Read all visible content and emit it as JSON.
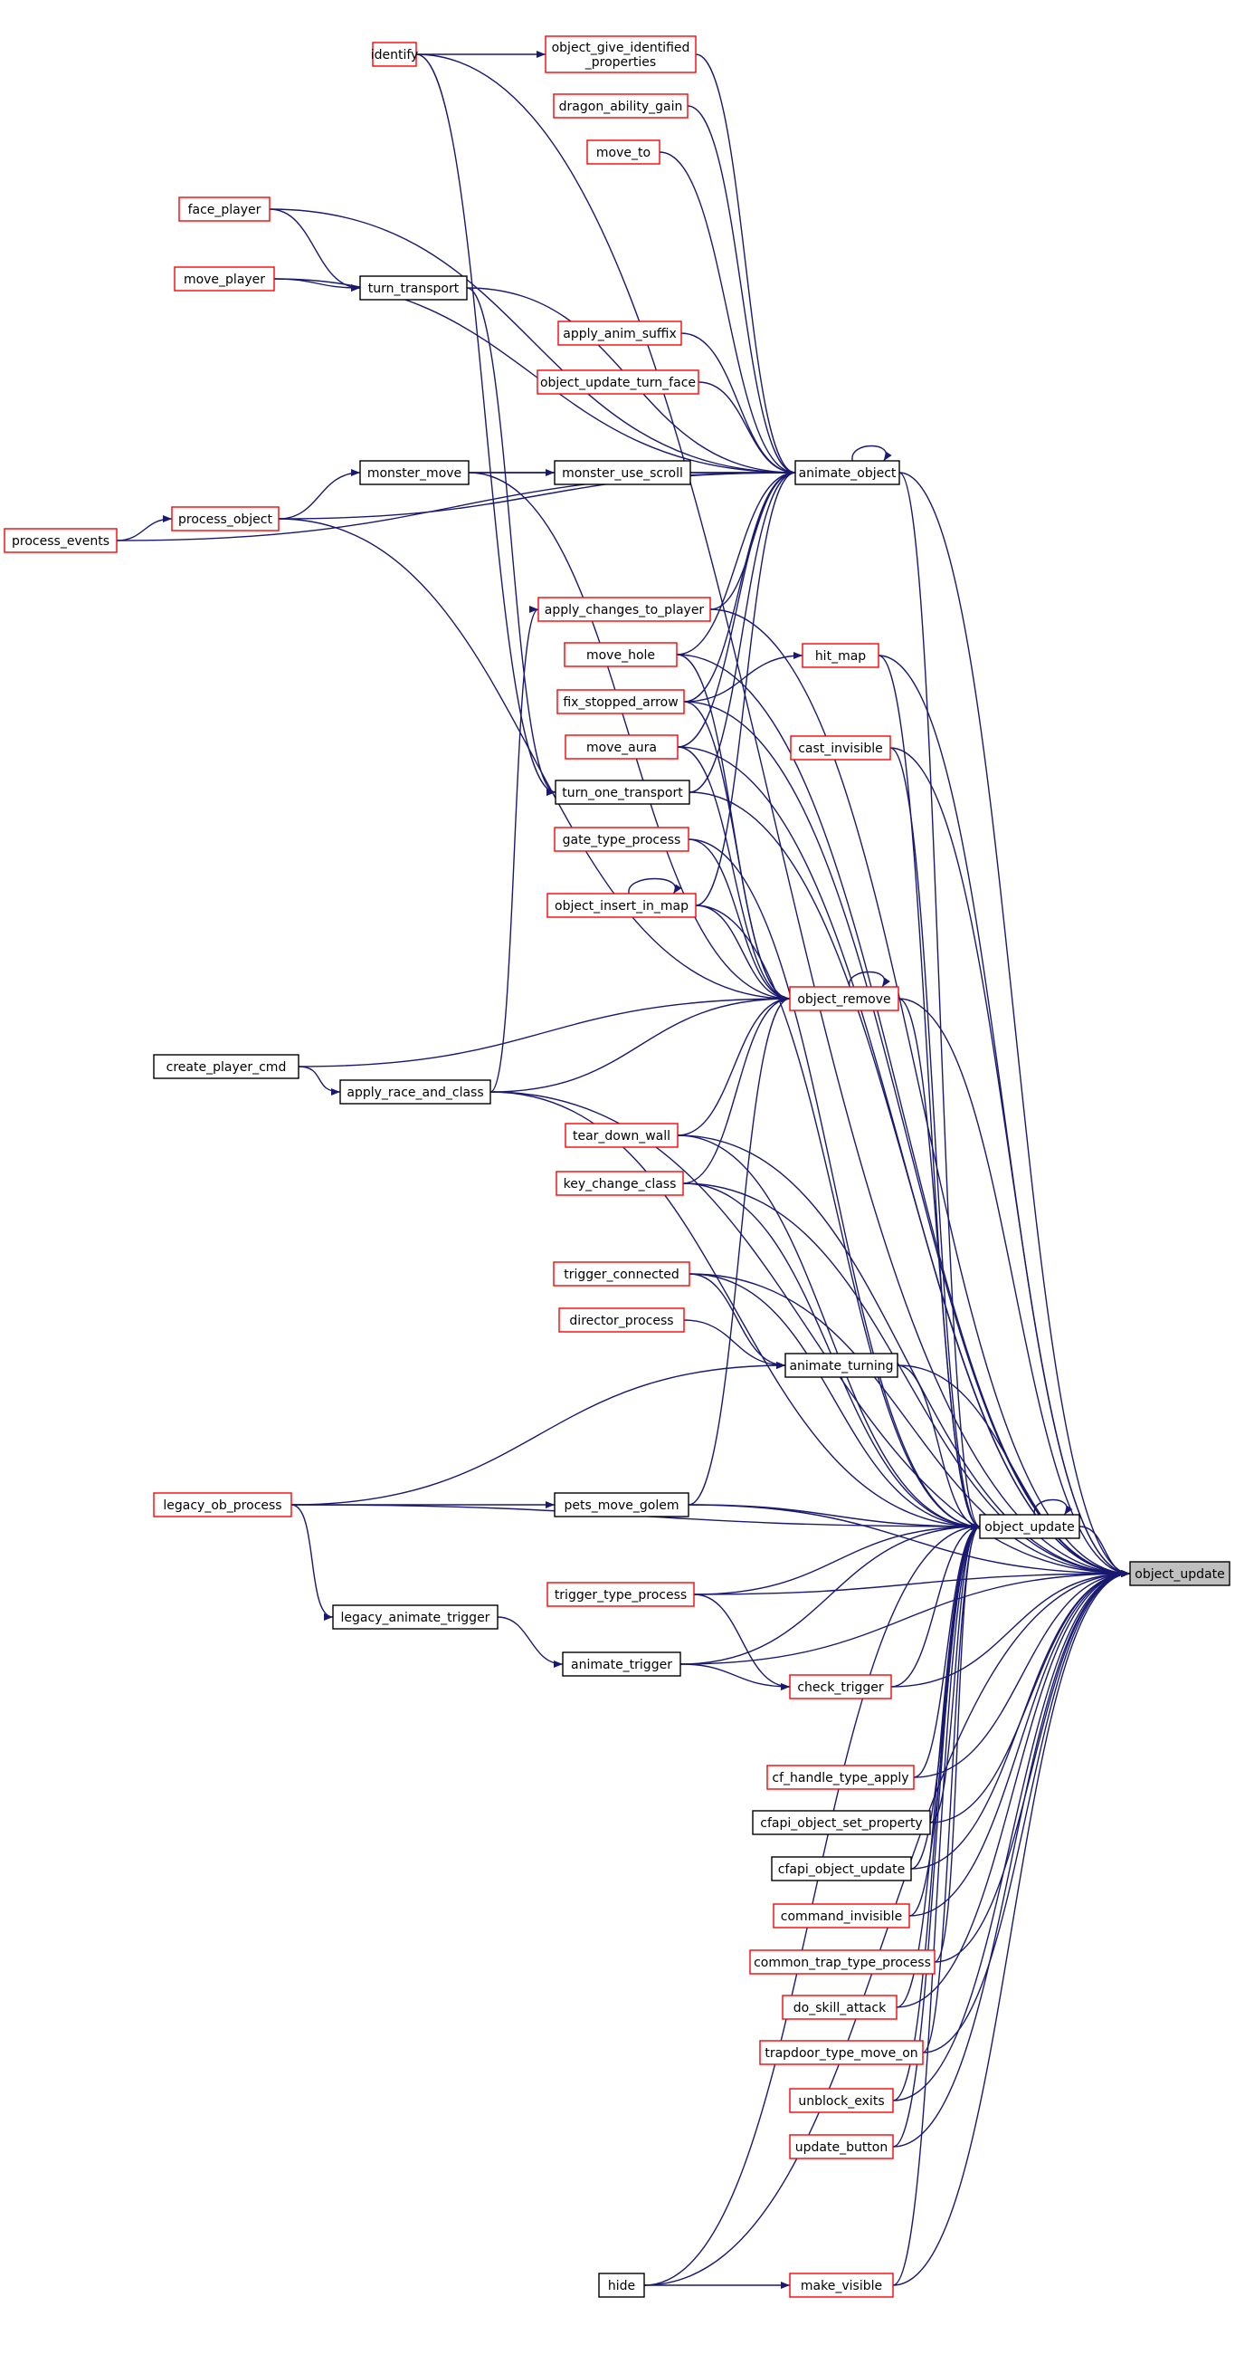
{
  "colors": {
    "edge": "#191970",
    "red_border": "#ff0000",
    "black_border": "#000000",
    "target_fill": "#bfbfbf",
    "node_fill": "#ffffff"
  },
  "target": "object_update",
  "nodes": [
    {
      "id": "identify",
      "label": "identify",
      "border": "red"
    },
    {
      "id": "ogip",
      "label": "object_give_identified\n_properties",
      "border": "red"
    },
    {
      "id": "dragon",
      "label": "dragon_ability_gain",
      "border": "red"
    },
    {
      "id": "move_to",
      "label": "move_to",
      "border": "red"
    },
    {
      "id": "face_player",
      "label": "face_player",
      "border": "red"
    },
    {
      "id": "move_player",
      "label": "move_player",
      "border": "red"
    },
    {
      "id": "turn_transport",
      "label": "turn_transport",
      "border": "black"
    },
    {
      "id": "apply_anim_suffix",
      "label": "apply_anim_suffix",
      "border": "red"
    },
    {
      "id": "outf",
      "label": "object_update_turn_face",
      "border": "red"
    },
    {
      "id": "monster_move",
      "label": "monster_move",
      "border": "black"
    },
    {
      "id": "monster_use_scroll",
      "label": "monster_use_scroll",
      "border": "black"
    },
    {
      "id": "animate_object",
      "label": "animate_object",
      "border": "black"
    },
    {
      "id": "process_object",
      "label": "process_object",
      "border": "red"
    },
    {
      "id": "process_events",
      "label": "process_events",
      "border": "red"
    },
    {
      "id": "actp",
      "label": "apply_changes_to_player",
      "border": "red"
    },
    {
      "id": "move_hole",
      "label": "move_hole",
      "border": "red"
    },
    {
      "id": "hit_map",
      "label": "hit_map",
      "border": "red"
    },
    {
      "id": "fsa",
      "label": "fix_stopped_arrow",
      "border": "red"
    },
    {
      "id": "cast_invisible",
      "label": "cast_invisible",
      "border": "red"
    },
    {
      "id": "move_aura",
      "label": "move_aura",
      "border": "red"
    },
    {
      "id": "tot",
      "label": "turn_one_transport",
      "border": "black"
    },
    {
      "id": "gtp",
      "label": "gate_type_process",
      "border": "red"
    },
    {
      "id": "oiim",
      "label": "object_insert_in_map",
      "border": "red"
    },
    {
      "id": "object_remove",
      "label": "object_remove",
      "border": "red"
    },
    {
      "id": "cpc",
      "label": "create_player_cmd",
      "border": "black"
    },
    {
      "id": "arac",
      "label": "apply_race_and_class",
      "border": "black"
    },
    {
      "id": "tdw",
      "label": "tear_down_wall",
      "border": "red"
    },
    {
      "id": "kcc",
      "label": "key_change_class",
      "border": "red"
    },
    {
      "id": "tc",
      "label": "trigger_connected",
      "border": "red"
    },
    {
      "id": "dp",
      "label": "director_process",
      "border": "red"
    },
    {
      "id": "at",
      "label": "animate_turning",
      "border": "black"
    },
    {
      "id": "lop",
      "label": "legacy_ob_process",
      "border": "red"
    },
    {
      "id": "pmg",
      "label": "pets_move_golem",
      "border": "black"
    },
    {
      "id": "ou",
      "label": "object_update",
      "border": "black"
    },
    {
      "id": "target",
      "label": "object_update",
      "border": "black",
      "target": true
    },
    {
      "id": "ttp",
      "label": "trigger_type_process",
      "border": "red"
    },
    {
      "id": "lat",
      "label": "legacy_animate_trigger",
      "border": "black"
    },
    {
      "id": "atr",
      "label": "animate_trigger",
      "border": "black"
    },
    {
      "id": "ct",
      "label": "check_trigger",
      "border": "red"
    },
    {
      "id": "chta",
      "label": "cf_handle_type_apply",
      "border": "red"
    },
    {
      "id": "cosp",
      "label": "cfapi_object_set_property",
      "border": "black"
    },
    {
      "id": "cou",
      "label": "cfapi_object_update",
      "border": "black"
    },
    {
      "id": "ci",
      "label": "command_invisible",
      "border": "red"
    },
    {
      "id": "cttp",
      "label": "common_trap_type_process",
      "border": "red"
    },
    {
      "id": "dsa",
      "label": "do_skill_attack",
      "border": "red"
    },
    {
      "id": "ttmo",
      "label": "trapdoor_type_move_on",
      "border": "red"
    },
    {
      "id": "ue",
      "label": "unblock_exits",
      "border": "red"
    },
    {
      "id": "ub",
      "label": "update_button",
      "border": "red"
    },
    {
      "id": "hide",
      "label": "hide",
      "border": "black"
    },
    {
      "id": "mv",
      "label": "make_visible",
      "border": "red"
    }
  ],
  "edges": [
    [
      "identify",
      "ogip"
    ],
    [
      "face_player",
      "turn_transport"
    ],
    [
      "move_player",
      "turn_transport"
    ],
    [
      "monster_move",
      "monster_use_scroll"
    ],
    [
      "process_object",
      "monster_move"
    ],
    [
      "process_events",
      "process_object"
    ],
    [
      "ogip",
      "animate_object"
    ],
    [
      "dragon",
      "animate_object"
    ],
    [
      "move_to",
      "animate_object"
    ],
    [
      "face_player",
      "animate_object"
    ],
    [
      "move_player",
      "animate_object"
    ],
    [
      "turn_transport",
      "animate_object"
    ],
    [
      "apply_anim_suffix",
      "animate_object"
    ],
    [
      "outf",
      "animate_object"
    ],
    [
      "monster_move",
      "animate_object"
    ],
    [
      "monster_use_scroll",
      "animate_object"
    ],
    [
      "process_object",
      "animate_object"
    ],
    [
      "process_events",
      "animate_object"
    ],
    [
      "actp",
      "animate_object"
    ],
    [
      "move_hole",
      "animate_object"
    ],
    [
      "fsa",
      "animate_object"
    ],
    [
      "move_aura",
      "animate_object"
    ],
    [
      "tot",
      "animate_object"
    ],
    [
      "oiim",
      "animate_object"
    ],
    [
      "animate_object",
      "animate_object"
    ],
    [
      "fsa",
      "hit_map"
    ],
    [
      "identify",
      "tot"
    ],
    [
      "turn_transport",
      "tot"
    ],
    [
      "arac",
      "actp"
    ],
    [
      "cpc",
      "arac"
    ],
    [
      "oiim",
      "oiim"
    ],
    [
      "object_remove",
      "object_remove"
    ],
    [
      "process_object",
      "object_remove"
    ],
    [
      "monster_move",
      "object_remove"
    ],
    [
      "move_hole",
      "object_remove"
    ],
    [
      "fsa",
      "object_remove"
    ],
    [
      "move_aura",
      "object_remove"
    ],
    [
      "gtp",
      "object_remove"
    ],
    [
      "oiim",
      "object_remove"
    ],
    [
      "cpc",
      "object_remove"
    ],
    [
      "arac",
      "object_remove"
    ],
    [
      "tdw",
      "object_remove"
    ],
    [
      "kcc",
      "object_remove"
    ],
    [
      "pmg",
      "object_remove"
    ],
    [
      "tc",
      "at"
    ],
    [
      "dp",
      "at"
    ],
    [
      "lop",
      "at"
    ],
    [
      "lop",
      "pmg"
    ],
    [
      "lop",
      "lat"
    ],
    [
      "lat",
      "atr"
    ],
    [
      "ttp",
      "ct"
    ],
    [
      "atr",
      "ct"
    ],
    [
      "hide",
      "mv"
    ],
    [
      "ou",
      "ou"
    ],
    [
      "animate_object",
      "ou"
    ],
    [
      "hit_map",
      "ou"
    ],
    [
      "cast_invisible",
      "ou"
    ],
    [
      "gtp",
      "ou"
    ],
    [
      "oiim",
      "ou"
    ],
    [
      "object_remove",
      "ou"
    ],
    [
      "tdw",
      "ou"
    ],
    [
      "kcc",
      "ou"
    ],
    [
      "tc",
      "ou"
    ],
    [
      "at",
      "ou"
    ],
    [
      "pmg",
      "ou"
    ],
    [
      "ttp",
      "ou"
    ],
    [
      "atr",
      "ou"
    ],
    [
      "ct",
      "ou"
    ],
    [
      "chta",
      "ou"
    ],
    [
      "cosp",
      "ou"
    ],
    [
      "cou",
      "ou"
    ],
    [
      "ci",
      "ou"
    ],
    [
      "cttp",
      "ou"
    ],
    [
      "dsa",
      "ou"
    ],
    [
      "ttmo",
      "ou"
    ],
    [
      "ue",
      "ou"
    ],
    [
      "ub",
      "ou"
    ],
    [
      "mv",
      "ou"
    ],
    [
      "hide",
      "ou"
    ],
    [
      "arac",
      "ou"
    ],
    [
      "lop",
      "ou"
    ],
    [
      "ou",
      "target"
    ],
    [
      "identify",
      "target"
    ],
    [
      "animate_object",
      "target"
    ],
    [
      "actp",
      "target"
    ],
    [
      "move_hole",
      "target"
    ],
    [
      "hit_map",
      "target"
    ],
    [
      "fsa",
      "target"
    ],
    [
      "cast_invisible",
      "target"
    ],
    [
      "move_aura",
      "target"
    ],
    [
      "object_remove",
      "target"
    ],
    [
      "tdw",
      "target"
    ],
    [
      "kcc",
      "target"
    ],
    [
      "tc",
      "target"
    ],
    [
      "at",
      "target"
    ],
    [
      "arac",
      "target"
    ],
    [
      "tot",
      "target"
    ],
    [
      "ttp",
      "target"
    ],
    [
      "ct",
      "target"
    ],
    [
      "chta",
      "target"
    ],
    [
      "cosp",
      "target"
    ],
    [
      "cou",
      "target"
    ],
    [
      "ci",
      "target"
    ],
    [
      "cttp",
      "target"
    ],
    [
      "dsa",
      "target"
    ],
    [
      "ttmo",
      "target"
    ],
    [
      "ue",
      "target"
    ],
    [
      "ub",
      "target"
    ],
    [
      "mv",
      "target"
    ],
    [
      "hide",
      "target"
    ],
    [
      "pmg",
      "target"
    ],
    [
      "atr",
      "target"
    ]
  ]
}
